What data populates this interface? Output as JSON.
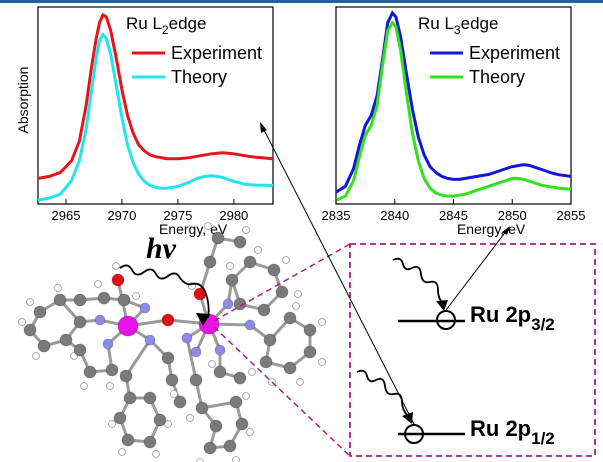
{
  "top_strip": {
    "color": "#1f5fa8"
  },
  "chart_data": [
    {
      "type": "line",
      "panel_label_main": "Ru L",
      "panel_label_sub": "2",
      "panel_label_rest": "edge",
      "xlabel": "Energy, eV",
      "ylabel": "Absorption",
      "xlim": [
        2962.5,
        2983.5
      ],
      "ylim": [
        0,
        1.0
      ],
      "xticks": [
        2965,
        2970,
        2975,
        2980
      ],
      "series": [
        {
          "name": "Experiment",
          "color": "#e8141b",
          "x": [
            2962.5,
            2963.5,
            2964.5,
            2965.5,
            2966.2,
            2966.8,
            2967.3,
            2967.7,
            2968.0,
            2968.3,
            2968.6,
            2969.0,
            2969.5,
            2970.0,
            2970.5,
            2971.0,
            2971.5,
            2972.0,
            2972.5,
            2973.0,
            2973.5,
            2974.0,
            2974.5,
            2975.0,
            2975.5,
            2976.0,
            2976.5,
            2977.0,
            2977.5,
            2978.0,
            2978.5,
            2979.0,
            2979.5,
            2980.0,
            2980.5,
            2981.0,
            2981.5,
            2982.0,
            2982.5,
            2983.5
          ],
          "y": [
            0.13,
            0.14,
            0.16,
            0.22,
            0.32,
            0.5,
            0.7,
            0.84,
            0.92,
            0.96,
            0.95,
            0.88,
            0.74,
            0.58,
            0.45,
            0.36,
            0.3,
            0.27,
            0.25,
            0.24,
            0.235,
            0.23,
            0.23,
            0.23,
            0.232,
            0.235,
            0.24,
            0.245,
            0.25,
            0.255,
            0.258,
            0.26,
            0.258,
            0.255,
            0.25,
            0.245,
            0.24,
            0.237,
            0.235,
            0.23
          ]
        },
        {
          "name": "Theory",
          "color": "#22e4ee",
          "x": [
            2962.5,
            2963.5,
            2964.5,
            2965.5,
            2966.2,
            2966.8,
            2967.3,
            2967.7,
            2968.0,
            2968.3,
            2968.6,
            2969.0,
            2969.5,
            2970.0,
            2970.5,
            2971.0,
            2971.5,
            2972.0,
            2972.5,
            2973.0,
            2973.5,
            2974.0,
            2974.5,
            2975.0,
            2975.5,
            2976.0,
            2976.5,
            2977.0,
            2977.5,
            2978.0,
            2978.5,
            2979.0,
            2979.5,
            2980.0,
            2980.5,
            2981.0,
            2981.5,
            2982.0,
            2982.5,
            2983.5
          ],
          "y": [
            0.02,
            0.03,
            0.05,
            0.12,
            0.22,
            0.38,
            0.58,
            0.74,
            0.83,
            0.86,
            0.84,
            0.76,
            0.6,
            0.44,
            0.3,
            0.21,
            0.15,
            0.115,
            0.095,
            0.085,
            0.08,
            0.08,
            0.085,
            0.09,
            0.1,
            0.11,
            0.125,
            0.135,
            0.14,
            0.143,
            0.14,
            0.135,
            0.125,
            0.115,
            0.108,
            0.1,
            0.098,
            0.096,
            0.095,
            0.094
          ]
        }
      ]
    },
    {
      "type": "line",
      "panel_label_main": "Ru L",
      "panel_label_sub": "3",
      "panel_label_rest": "edge",
      "xlabel": "Energy, eV",
      "ylabel": "",
      "xlim": [
        2835,
        2855
      ],
      "ylim": [
        0,
        1.0
      ],
      "xticks": [
        2835,
        2840,
        2845,
        2850,
        2855
      ],
      "series": [
        {
          "name": "Experiment",
          "color": "#1117d6",
          "x": [
            2835,
            2835.8,
            2836.5,
            2837.0,
            2837.5,
            2838.0,
            2838.5,
            2839.0,
            2839.4,
            2839.8,
            2840.1,
            2840.5,
            2841.0,
            2841.5,
            2842.0,
            2842.5,
            2843.0,
            2843.5,
            2844.0,
            2844.5,
            2845.0,
            2845.5,
            2846.0,
            2846.5,
            2847.0,
            2847.5,
            2848.0,
            2848.5,
            2849.0,
            2849.5,
            2850.0,
            2850.5,
            2851.0,
            2851.5,
            2852.0,
            2852.5,
            2853.0,
            2853.5,
            2854.0,
            2855.0
          ],
          "y": [
            0.06,
            0.09,
            0.18,
            0.3,
            0.4,
            0.45,
            0.55,
            0.75,
            0.92,
            0.97,
            0.95,
            0.85,
            0.66,
            0.48,
            0.34,
            0.25,
            0.19,
            0.16,
            0.14,
            0.13,
            0.125,
            0.125,
            0.13,
            0.135,
            0.14,
            0.145,
            0.15,
            0.16,
            0.17,
            0.18,
            0.19,
            0.195,
            0.2,
            0.195,
            0.185,
            0.175,
            0.165,
            0.155,
            0.148,
            0.14
          ]
        },
        {
          "name": "Theory",
          "color": "#33e01d",
          "x": [
            2835,
            2835.8,
            2836.5,
            2837.0,
            2837.5,
            2838.0,
            2838.5,
            2839.0,
            2839.4,
            2839.8,
            2840.1,
            2840.5,
            2841.0,
            2841.5,
            2842.0,
            2842.5,
            2843.0,
            2843.5,
            2844.0,
            2844.5,
            2845.0,
            2845.5,
            2846.0,
            2846.5,
            2847.0,
            2847.5,
            2848.0,
            2848.5,
            2849.0,
            2849.5,
            2850.0,
            2850.5,
            2851.0,
            2851.5,
            2852.0,
            2852.5,
            2853.0,
            2853.5,
            2854.0,
            2855.0
          ],
          "y": [
            0.02,
            0.04,
            0.12,
            0.24,
            0.35,
            0.4,
            0.5,
            0.72,
            0.88,
            0.92,
            0.9,
            0.78,
            0.56,
            0.36,
            0.22,
            0.13,
            0.08,
            0.055,
            0.045,
            0.04,
            0.04,
            0.045,
            0.05,
            0.06,
            0.07,
            0.08,
            0.09,
            0.1,
            0.11,
            0.12,
            0.13,
            0.13,
            0.125,
            0.115,
            0.105,
            0.095,
            0.09,
            0.085,
            0.08,
            0.075
          ]
        }
      ]
    }
  ],
  "molecule": {
    "hv_label": "hν"
  },
  "zoom_box": {
    "color": "#a31f86",
    "levels": [
      {
        "label_main": "Ru 2p",
        "label_sub": "3/2"
      },
      {
        "label_main": "Ru 2p",
        "label_sub": "1/2"
      }
    ]
  }
}
